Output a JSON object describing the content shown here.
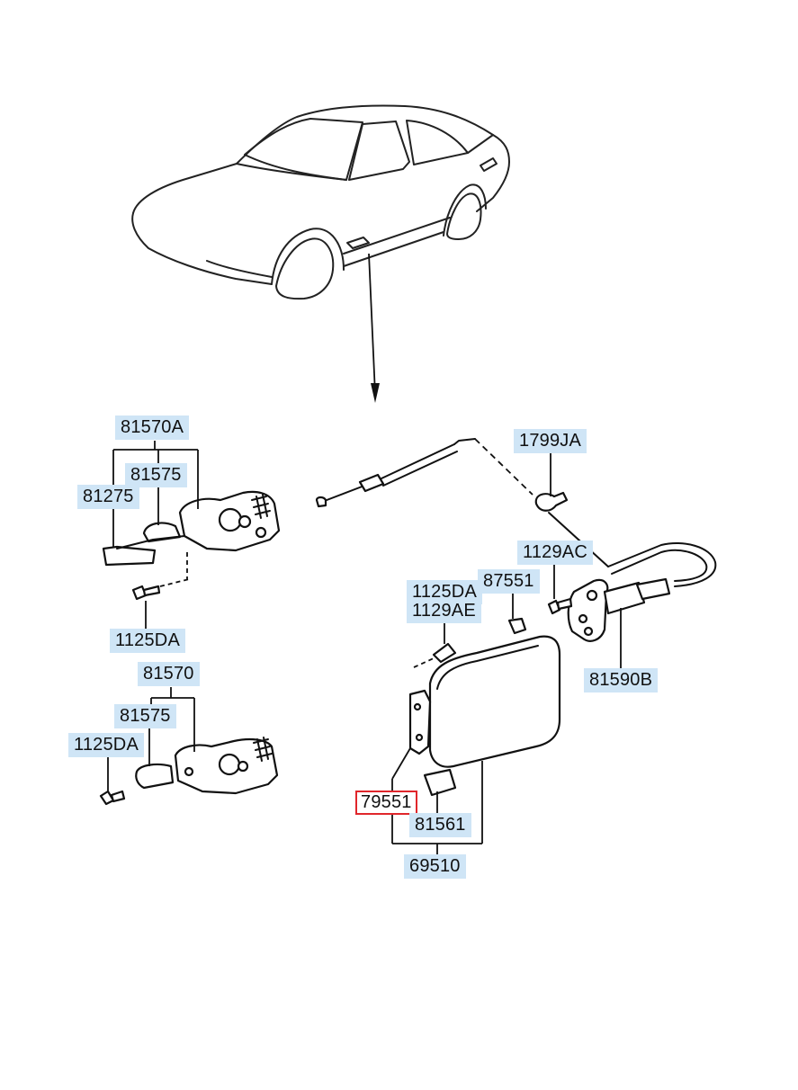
{
  "labels": {
    "l_81570A": "81570A",
    "l_81575_top": "81575",
    "l_81275": "81275",
    "l_1125DA_left": "1125DA",
    "l_81570": "81570",
    "l_81575_bot": "81575",
    "l_1125DA_bot": "1125DA",
    "l_1799JA": "1799JA",
    "l_1129AC": "1129AC",
    "l_1125DA_mid": "1125DA",
    "l_1129AE": "1129AE",
    "l_87551": "87551",
    "l_81590B": "81590B",
    "l_79551": "79551",
    "l_81561": "81561",
    "l_69510": "69510"
  },
  "selected_part": "79551",
  "colors": {
    "label_bg": "#cfe5f6",
    "selected_border": "#e0262b",
    "line": "#111111"
  }
}
